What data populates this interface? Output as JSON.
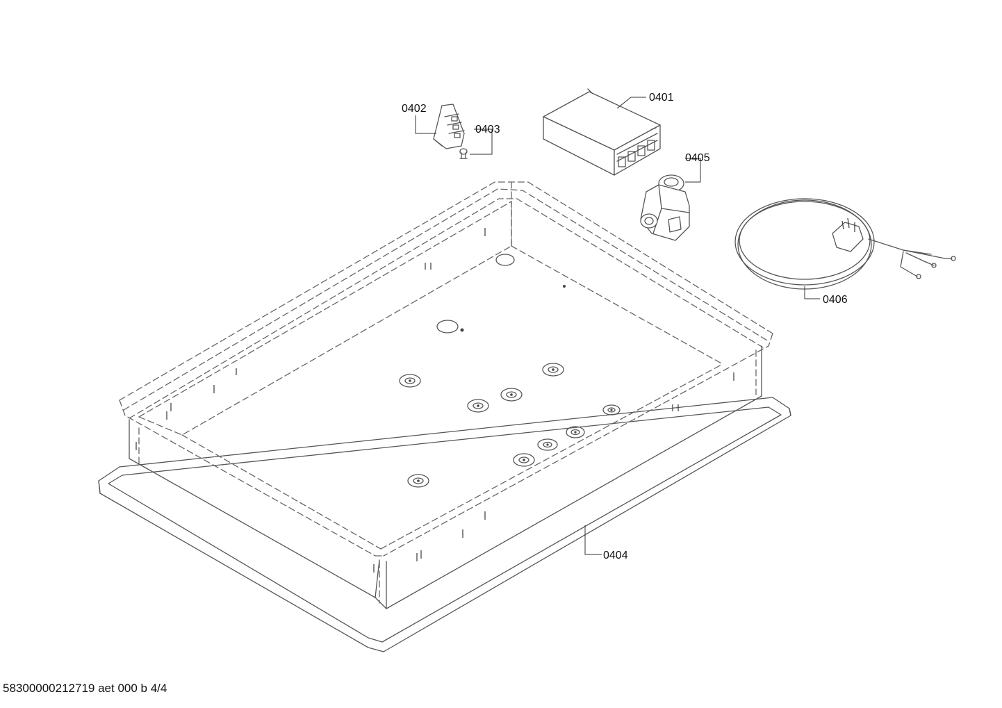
{
  "labels": {
    "p0401": "0401",
    "p0402": "0402",
    "p0403": "0403",
    "p0404": "0404",
    "p0405": "0405",
    "p0406": "0406"
  },
  "footer": "58300000212719 aet 000 b 4/4"
}
